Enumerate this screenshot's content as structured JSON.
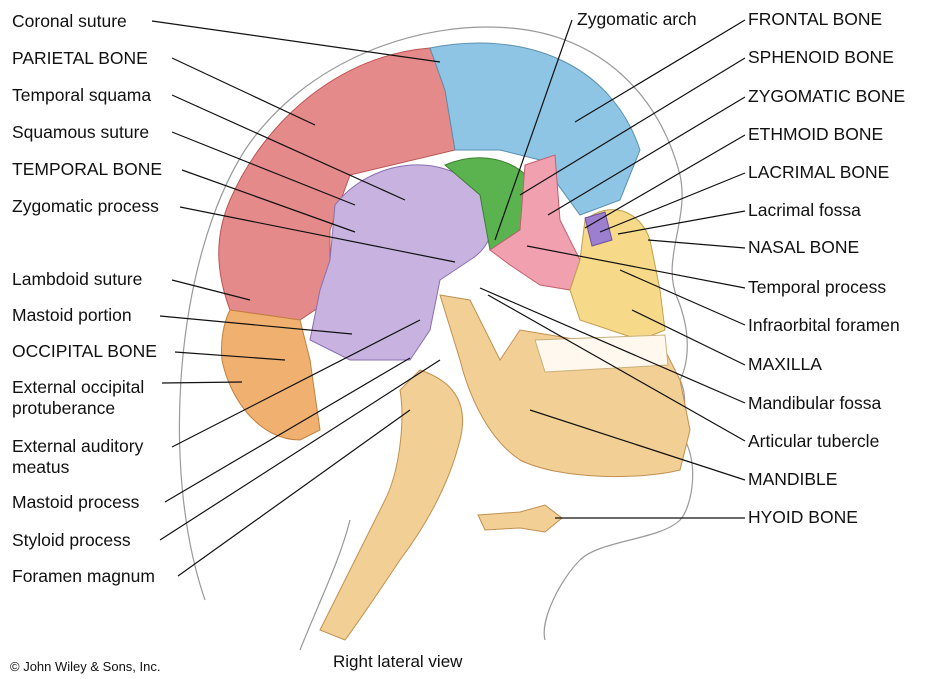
{
  "labels": {
    "coronal_suture": "Coronal suture",
    "parietal_bone": "PARIETAL BONE",
    "temporal_squama": "Temporal squama",
    "squamous_suture": "Squamous suture",
    "temporal_bone": "TEMPORAL BONE",
    "zygomatic_process": "Zygomatic process",
    "lambdoid_suture": "Lambdoid suture",
    "mastoid_portion": "Mastoid portion",
    "occipital_bone": "OCCIPITAL BONE",
    "external_occipital_protuberance": "External occipital protuberance",
    "external_auditory_meatus": "External auditory meatus",
    "mastoid_process": "Mastoid process",
    "styloid_process": "Styloid process",
    "foramen_magnum": "Foramen magnum",
    "zygomatic_arch": "Zygomatic arch",
    "frontal_bone": "FRONTAL BONE",
    "sphenoid_bone": "SPHENOID BONE",
    "zygomatic_bone": "ZYGOMATIC BONE",
    "ethmoid_bone": "ETHMOID BONE",
    "lacrimal_bone": "LACRIMAL BONE",
    "lacrimal_fossa": "Lacrimal fossa",
    "nasal_bone": "NASAL BONE",
    "temporal_process": "Temporal process",
    "infraorbital_foramen": "Infraorbital foramen",
    "maxilla": "MAXILLA",
    "mandibular_fossa": "Mandibular fossa",
    "articular_tubercle": "Articular tubercle",
    "mandible": "MANDIBLE",
    "hyoid_bone": "HYOID BONE"
  },
  "caption": "Right lateral view",
  "copyright": "© John Wiley & Sons, Inc.",
  "colors": {
    "parietal": "#e58a8a",
    "frontal": "#8ec5e4",
    "temporal": "#c7b2e0",
    "sphenoid": "#5ab34f",
    "zygomatic": "#f0a0ae",
    "occipital": "#f0b070",
    "bone": "#f2cf95",
    "maxilla": "#f7d98a",
    "ethmoid": "#9d7fd0"
  }
}
